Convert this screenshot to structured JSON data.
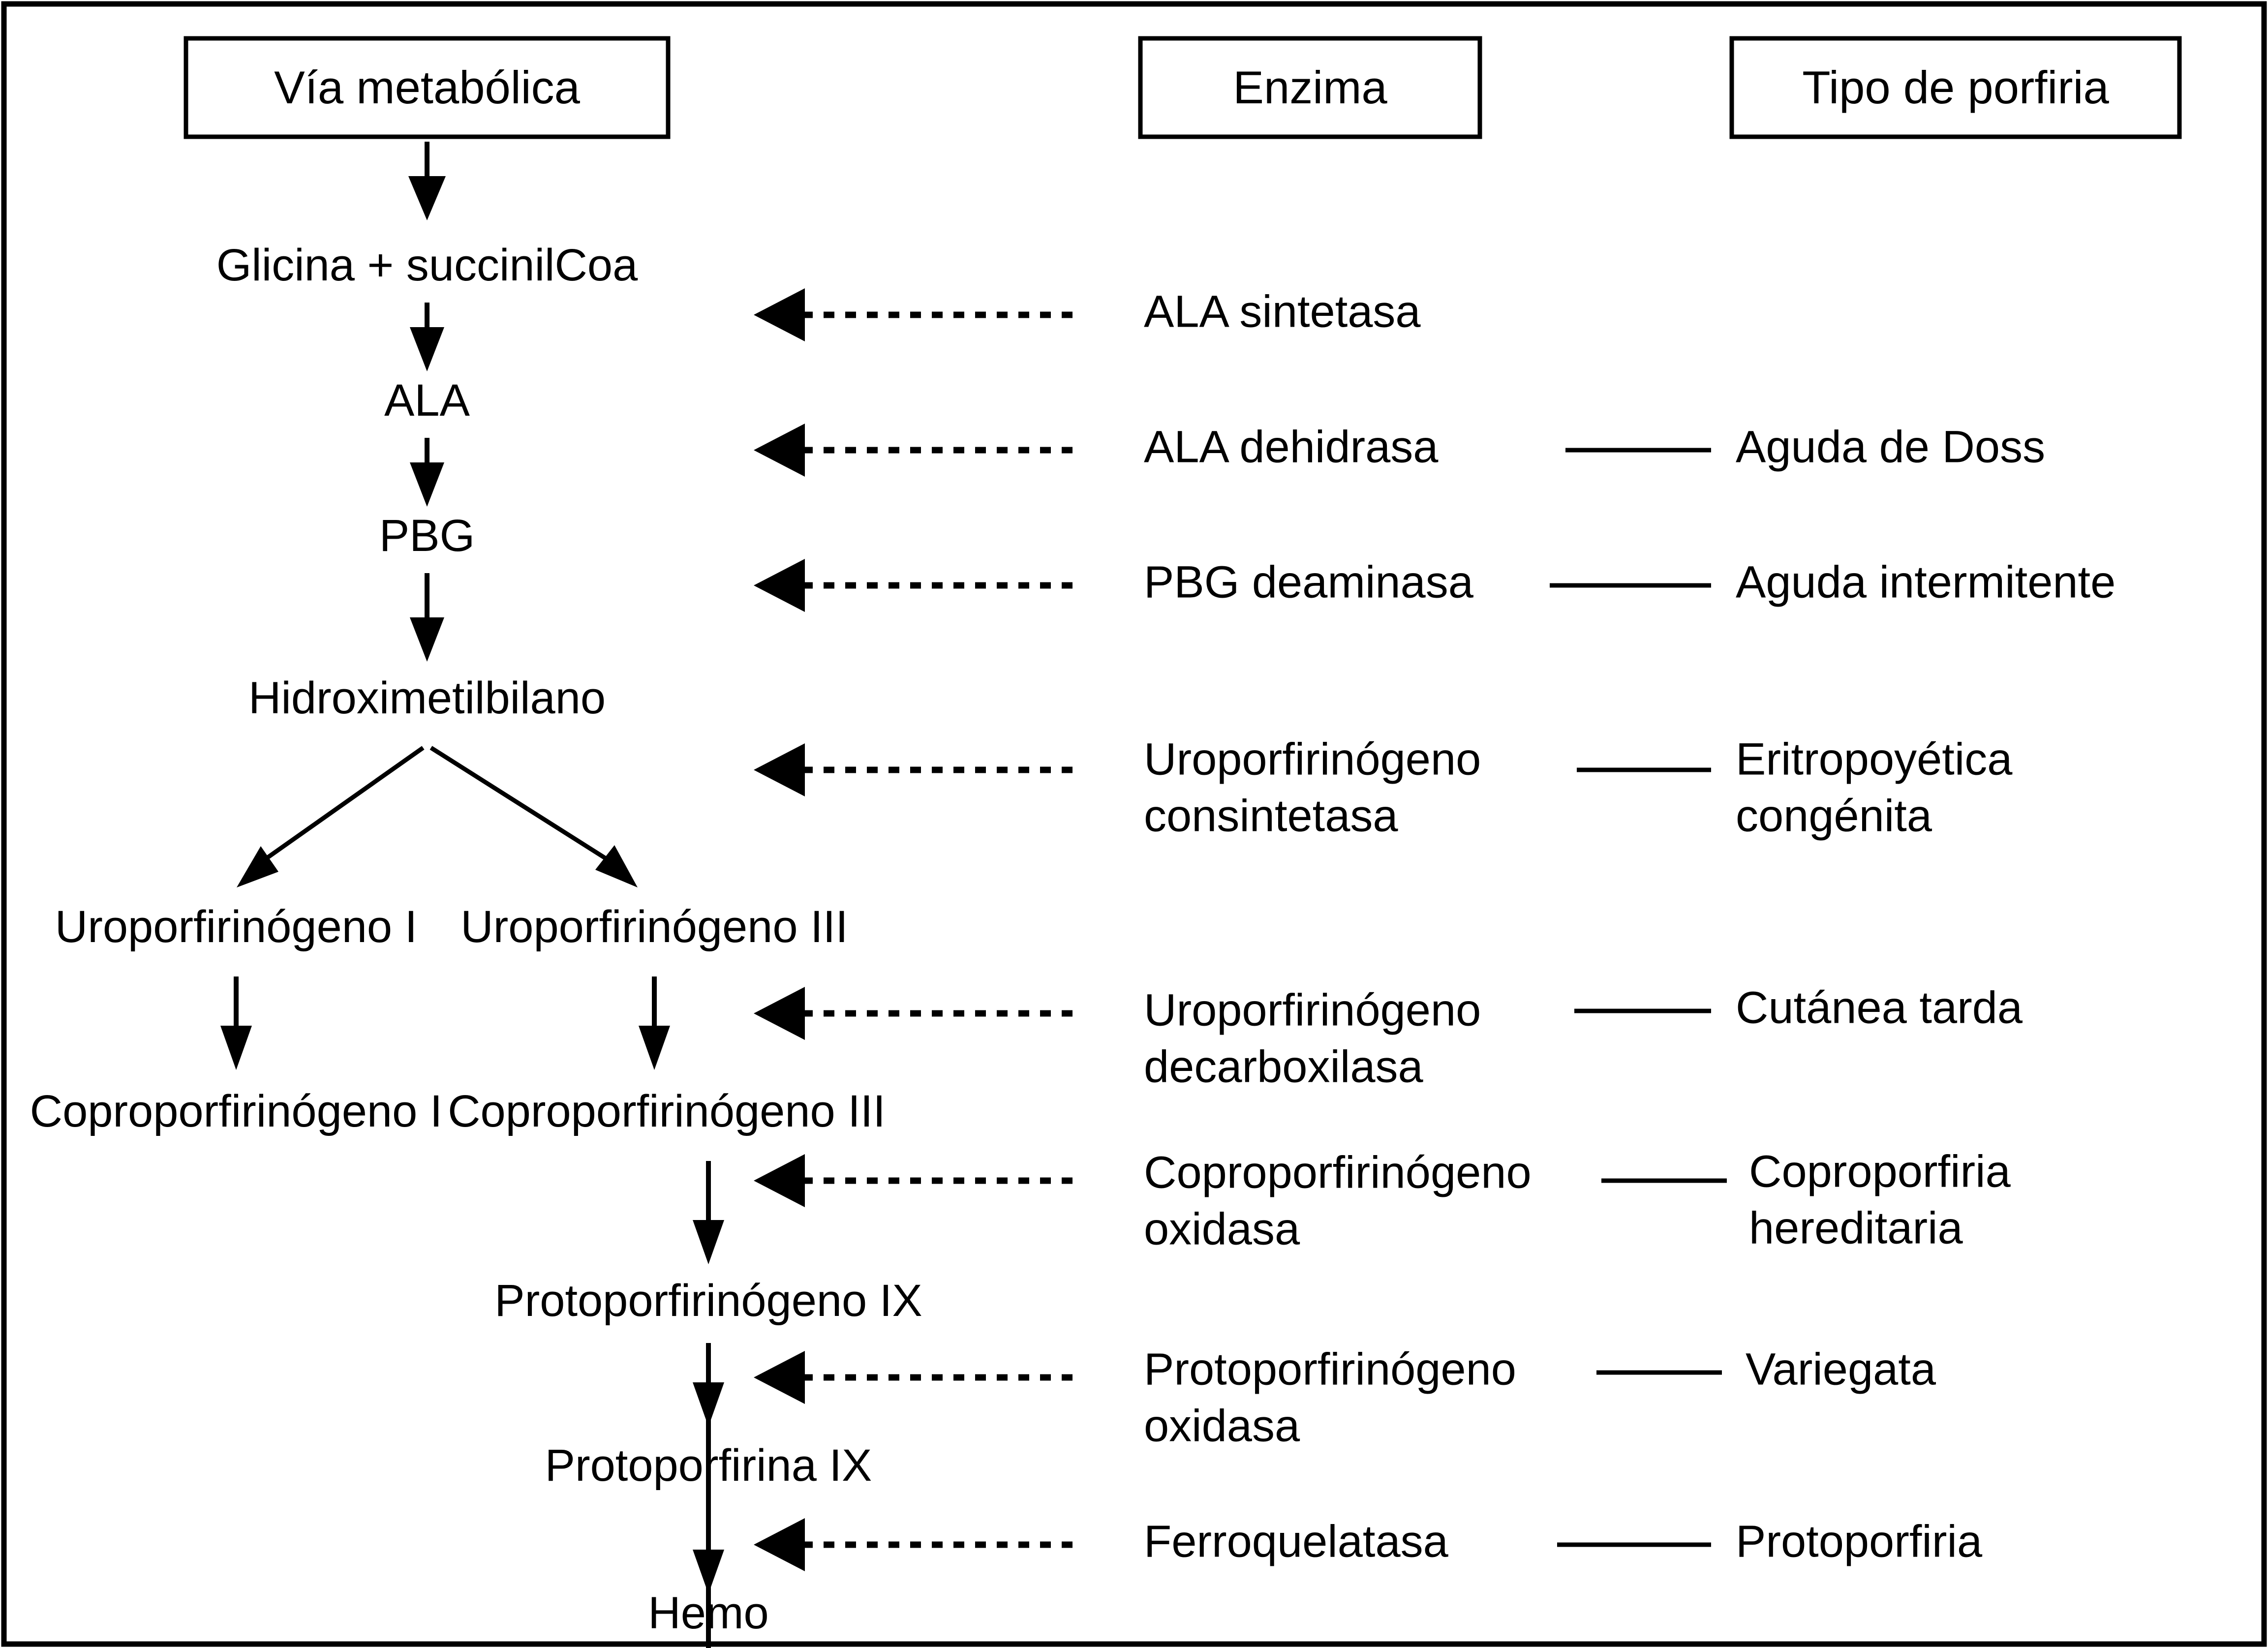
{
  "figure": {
    "title": "Vía metabólica del hemo y tipos de porfiria",
    "background_color": "#ffffff",
    "line_color": "#000000"
  },
  "headers": [
    {
      "id": "pathway",
      "label": "Vía metabólica"
    },
    {
      "id": "enzyme",
      "label": "Enzima"
    },
    {
      "id": "porphyria",
      "label": "Tipo de porfiria"
    }
  ],
  "pathway_nodes": [
    {
      "id": "glicina",
      "label": "Glicina + succinilCoa"
    },
    {
      "id": "ala",
      "label": "ALA"
    },
    {
      "id": "pbg",
      "label": "PBG"
    },
    {
      "id": "hidroximetilbilano",
      "label": "Hidroximetilbilano"
    },
    {
      "id": "uro1",
      "label": "Uroporfirinógeno I"
    },
    {
      "id": "uro3",
      "label": "Uroporfirinógeno III"
    },
    {
      "id": "copro1",
      "label": "Coproporfirinógeno I"
    },
    {
      "id": "copro3",
      "label": "Coproporfirinógeno III"
    },
    {
      "id": "proto9gen",
      "label": "Protoporfirinógeno IX"
    },
    {
      "id": "proto9",
      "label": "Protoporfirina IX"
    },
    {
      "id": "hemo",
      "label": "Hemo"
    }
  ],
  "enzymes": [
    {
      "id": "ala-sintetasa",
      "line1": "ALA sintetasa",
      "line2": ""
    },
    {
      "id": "ala-dehidrasa",
      "line1": "ALA dehidrasa",
      "line2": ""
    },
    {
      "id": "pbg-deaminasa",
      "line1": "PBG deaminasa",
      "line2": ""
    },
    {
      "id": "uro-consintetasa",
      "line1": "Uroporfirinógeno",
      "line2": "consintetasa"
    },
    {
      "id": "uro-decarboxilasa",
      "line1": "Uroporfirinógeno",
      "line2": "decarboxilasa"
    },
    {
      "id": "copro-oxidasa",
      "line1": "Coproporfirinógeno",
      "line2": "oxidasa"
    },
    {
      "id": "proto-oxidasa",
      "line1": "Protoporfirinógeno",
      "line2": "oxidasa"
    },
    {
      "id": "ferroquelatasa",
      "line1": "Ferroquelatasa",
      "line2": ""
    }
  ],
  "porphyrias": [
    {
      "id": "none-1",
      "line1": "",
      "line2": ""
    },
    {
      "id": "aguda-doss",
      "line1": "Aguda de Doss",
      "line2": ""
    },
    {
      "id": "aguda-intermitente",
      "line1": "Aguda intermitente",
      "line2": ""
    },
    {
      "id": "eritropoyetica-congenita",
      "line1": "Eritropoyética",
      "line2": "congénita"
    },
    {
      "id": "cutanea-tarda",
      "line1": "Cutánea tarda",
      "line2": ""
    },
    {
      "id": "coproporfiria-hereditaria",
      "line1": "Coproporfiria",
      "line2": "hereditaria"
    },
    {
      "id": "variegata",
      "line1": "Variegata",
      "line2": ""
    },
    {
      "id": "protoporfiria",
      "line1": "Protoporfiria",
      "line2": ""
    }
  ],
  "reactions": [
    {
      "from": "glicina",
      "to": "ala",
      "enzyme": "ala-sintetasa",
      "porphyria": "none-1"
    },
    {
      "from": "ala",
      "to": "pbg",
      "enzyme": "ala-dehidrasa",
      "porphyria": "aguda-doss"
    },
    {
      "from": "pbg",
      "to": "hidroximetilbilano",
      "enzyme": "pbg-deaminasa",
      "porphyria": "aguda-intermitente"
    },
    {
      "from": "hidroximetilbilano",
      "to": "uro1",
      "enzyme": "uro-consintetasa",
      "porphyria": "eritropoyetica-congenita"
    },
    {
      "from": "hidroximetilbilano",
      "to": "uro3",
      "enzyme": "uro-consintetasa",
      "porphyria": "eritropoyetica-congenita"
    },
    {
      "from": "uro1",
      "to": "copro1",
      "enzyme": "uro-decarboxilasa",
      "porphyria": "cutanea-tarda"
    },
    {
      "from": "uro3",
      "to": "copro3",
      "enzyme": "uro-decarboxilasa",
      "porphyria": "cutanea-tarda"
    },
    {
      "from": "copro3",
      "to": "proto9gen",
      "enzyme": "copro-oxidasa",
      "porphyria": "coproporfiria-hereditaria"
    },
    {
      "from": "proto9gen",
      "to": "proto9",
      "enzyme": "proto-oxidasa",
      "porphyria": "variegata"
    },
    {
      "from": "proto9",
      "to": "hemo",
      "enzyme": "ferroquelatasa",
      "porphyria": "protoporfiria"
    }
  ]
}
